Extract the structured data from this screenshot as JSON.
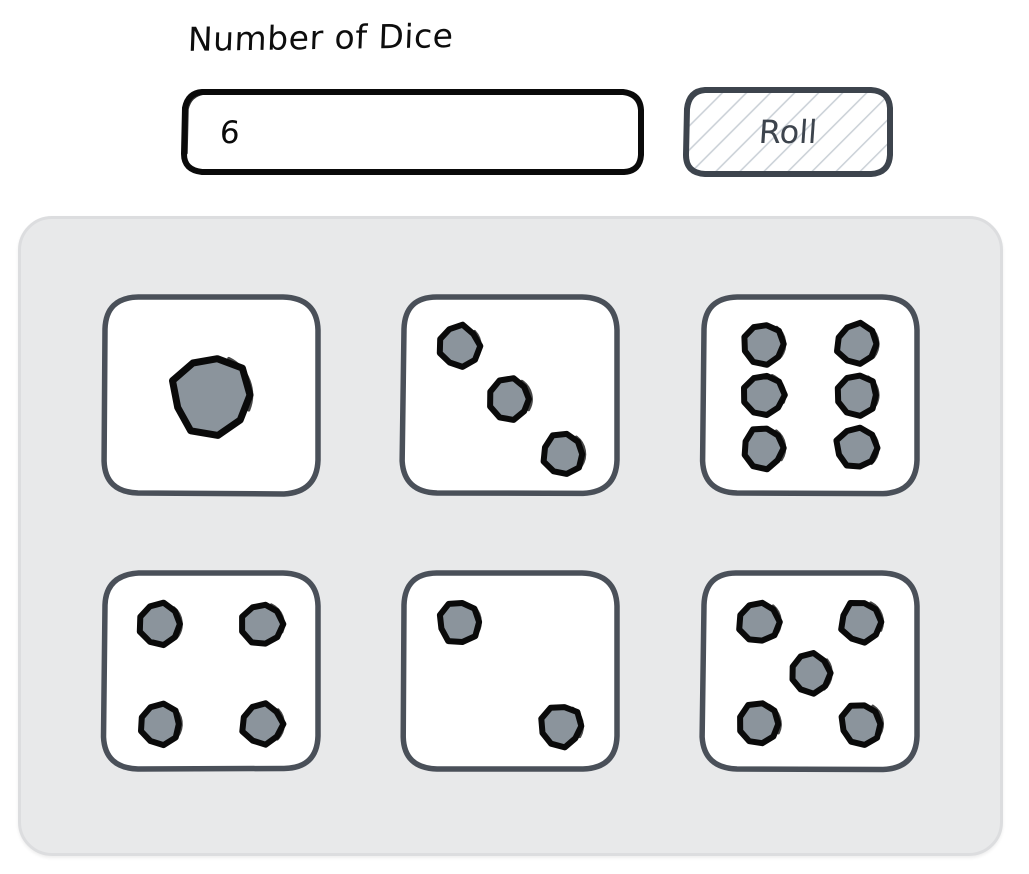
{
  "form": {
    "label": "Number of Dice",
    "input_value": "6",
    "input_placeholder": "",
    "roll_label": "Roll"
  },
  "colors": {
    "text": "#0d0d0d",
    "button_text": "#3d444d",
    "button_border": "#3d444d",
    "button_hatch": "#ccd2d8",
    "panel_bg": "#e8e9ea",
    "panel_border": "#dcdddf",
    "die_border": "#4a5059",
    "die_face": "#ffffff",
    "pip_fill": "#8b949c",
    "pip_stroke": "#0a0a0a"
  },
  "dice": [
    {
      "name": "die-1",
      "value": 1,
      "pips": [
        [
          50,
          50
        ]
      ]
    },
    {
      "name": "die-2",
      "value": 3,
      "pips": [
        [
          27,
          26
        ],
        [
          50,
          52
        ],
        [
          74,
          79
        ]
      ]
    },
    {
      "name": "die-3",
      "value": 6,
      "pips": [
        [
          29,
          25
        ],
        [
          71,
          25
        ],
        [
          29,
          50
        ],
        [
          71,
          50
        ],
        [
          29,
          76
        ],
        [
          71,
          76
        ]
      ]
    },
    {
      "name": "die-4",
      "value": 4,
      "pips": [
        [
          27,
          27
        ],
        [
          73,
          27
        ],
        [
          27,
          76
        ],
        [
          73,
          76
        ]
      ]
    },
    {
      "name": "die-5",
      "value": 2,
      "pips": [
        [
          27,
          26
        ],
        [
          73,
          77
        ]
      ]
    },
    {
      "name": "die-6",
      "value": 5,
      "pips": [
        [
          27,
          26
        ],
        [
          73,
          26
        ],
        [
          50,
          51
        ],
        [
          27,
          76
        ],
        [
          73,
          76
        ]
      ]
    }
  ]
}
